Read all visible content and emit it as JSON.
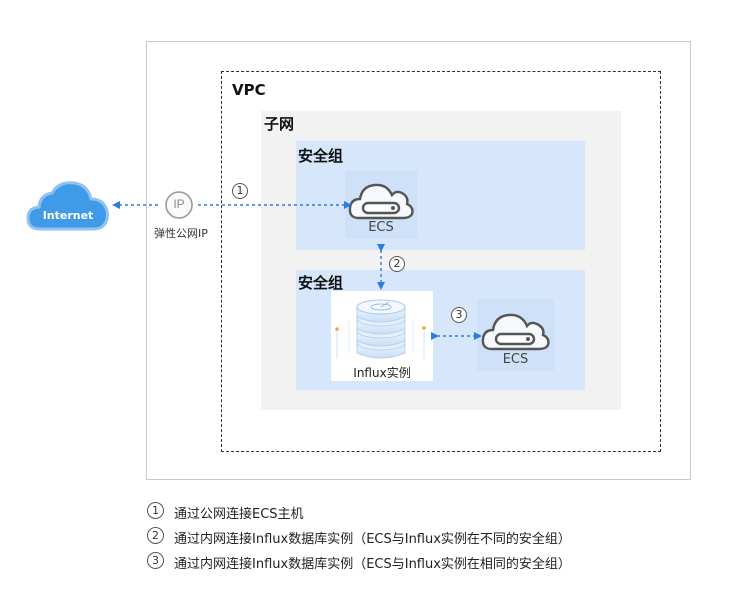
{
  "diagram": {
    "vpc_label": "VPC",
    "subnet_label": "子网",
    "security_group_1_label": "安全组",
    "security_group_2_label": "安全组",
    "internet_label": "Internet",
    "eip_label": "弹性公网IP",
    "eip_icon_text": "IP",
    "ecs1_label": "ECS",
    "ecs2_label": "ECS",
    "influx_label": "Influx实例",
    "steps": [
      "1",
      "2",
      "3"
    ]
  },
  "legend": {
    "items": [
      {
        "num": "1",
        "text": "通过公网连接ECS主机"
      },
      {
        "num": "2",
        "text": "通过内网连接Influx数据库实例（ECS与Influx实例在不同的安全组）"
      },
      {
        "num": "3",
        "text": "通过内网连接Influx数据库实例（ECS与Influx实例在相同的安全组）"
      }
    ]
  },
  "colors": {
    "accent": "#2a7de1",
    "cloud": "#3f9ae8",
    "security_group": "#d7e7fb",
    "subnet": "#f2f2f2"
  }
}
